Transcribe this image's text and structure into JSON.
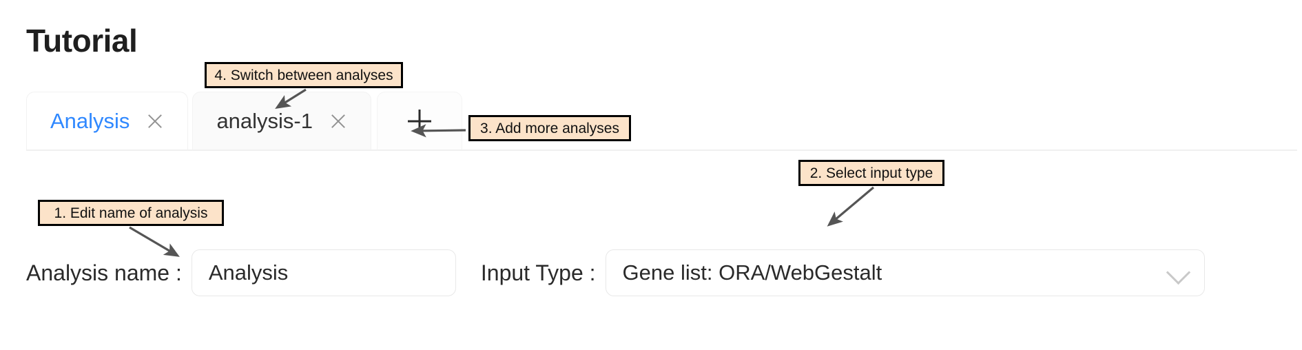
{
  "page": {
    "title": "Tutorial"
  },
  "tabs": {
    "items": [
      {
        "label": "Analysis",
        "active": true,
        "closable": true,
        "icon": "close-icon"
      },
      {
        "label": "analysis-1",
        "active": false,
        "closable": true,
        "icon": "close-icon"
      }
    ],
    "add_tab": {
      "icon": "plus-icon",
      "label": "+"
    }
  },
  "form": {
    "analysis_name": {
      "label": "Analysis name :",
      "value": "Analysis",
      "placeholder": "Analysis"
    },
    "input_type": {
      "label": "Input Type :",
      "value": "Gene list: ORA/WebGestalt",
      "icon": "chevron-down-icon"
    }
  },
  "annotations": [
    {
      "id": "callout-1",
      "text": "1. Edit name of analysis"
    },
    {
      "id": "callout-2",
      "text": "2. Select input type"
    },
    {
      "id": "callout-3",
      "text": "3. Add more analyses"
    },
    {
      "id": "callout-4",
      "text": "4. Switch between analyses"
    }
  ],
  "colors": {
    "callout_fill": "#fce3c9",
    "callout_border": "#000000",
    "active_tab_text": "#2f88ff",
    "inactive_tab_text": "#333333",
    "arrow": "#555555",
    "page_background": "#ffffff"
  }
}
